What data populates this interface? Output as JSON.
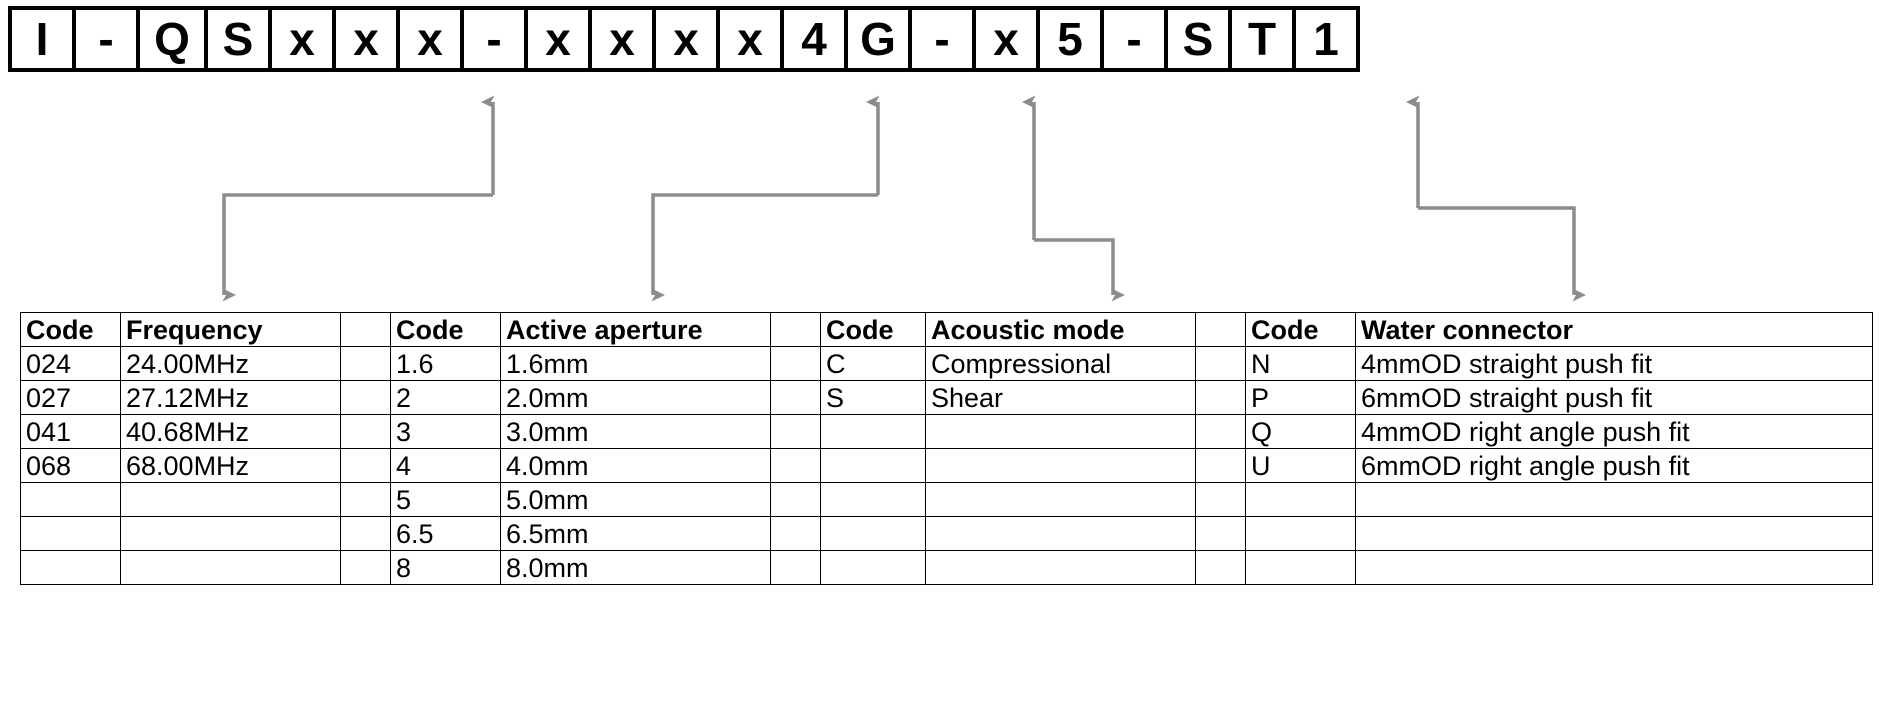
{
  "part_number": {
    "characters": [
      "I",
      "-",
      "Q",
      "S",
      "x",
      "x",
      "x",
      "-",
      "x",
      "x",
      "x",
      "x",
      "4",
      "G",
      "-",
      "x",
      "5",
      "-",
      "S",
      "T",
      "1"
    ]
  },
  "connectors": {
    "color": "#8c8c8c",
    "count": 4,
    "description": "grey elbow arrows linking part-number character positions to the lookup tables"
  },
  "tables": {
    "headers": {
      "code": "Code",
      "frequency": "Frequency",
      "active_aperture": "Active aperture",
      "acoustic_mode": "Acoustic mode",
      "water_connector": "Water connector"
    },
    "frequency": {
      "header_code": "Code",
      "header_value": "Frequency",
      "rows": [
        {
          "code": "024",
          "value": "24.00MHz"
        },
        {
          "code": "027",
          "value": "27.12MHz"
        },
        {
          "code": "041",
          "value": "40.68MHz"
        },
        {
          "code": "068",
          "value": "68.00MHz"
        },
        {
          "code": "",
          "value": ""
        },
        {
          "code": "",
          "value": ""
        },
        {
          "code": "",
          "value": ""
        }
      ]
    },
    "active_aperture": {
      "header_code": "Code",
      "header_value": "Active aperture",
      "rows": [
        {
          "code": "1.6",
          "value": "1.6mm"
        },
        {
          "code": "2",
          "value": "2.0mm"
        },
        {
          "code": "3",
          "value": "3.0mm"
        },
        {
          "code": "4",
          "value": "4.0mm"
        },
        {
          "code": "5",
          "value": "5.0mm"
        },
        {
          "code": "6.5",
          "value": "6.5mm"
        },
        {
          "code": "8",
          "value": "8.0mm"
        }
      ]
    },
    "acoustic_mode": {
      "header_code": "Code",
      "header_value": "Acoustic mode",
      "rows": [
        {
          "code": "C",
          "value": "Compressional"
        },
        {
          "code": "S",
          "value": "Shear"
        },
        {
          "code": "",
          "value": ""
        },
        {
          "code": "",
          "value": ""
        },
        {
          "code": "",
          "value": ""
        },
        {
          "code": "",
          "value": ""
        },
        {
          "code": "",
          "value": ""
        }
      ]
    },
    "water_connector": {
      "header_code": "Code",
      "header_value": "Water connector",
      "rows": [
        {
          "code": "N",
          "value": "4mmOD straight push fit"
        },
        {
          "code": "P",
          "value": "6mmOD straight push fit"
        },
        {
          "code": "Q",
          "value": "4mmOD right angle push fit"
        },
        {
          "code": "U",
          "value": "6mmOD right angle push fit"
        },
        {
          "code": "",
          "value": ""
        },
        {
          "code": "",
          "value": ""
        },
        {
          "code": "",
          "value": ""
        }
      ]
    }
  }
}
